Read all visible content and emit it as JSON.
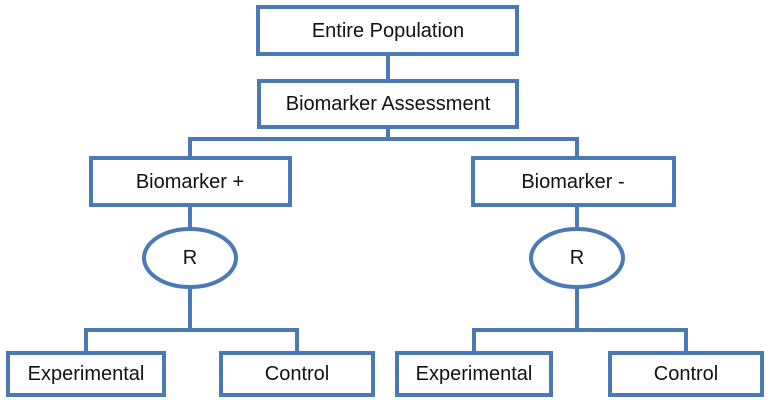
{
  "diagram": {
    "nodes": {
      "entire_population": "Entire Population",
      "biomarker_assessment": "Biomarker Assessment",
      "biomarker_positive": "Biomarker +",
      "biomarker_negative": "Biomarker -",
      "randomize_positive": "R",
      "randomize_negative": "R",
      "experimental_positive": "Experimental",
      "control_positive": "Control",
      "experimental_negative": "Experimental",
      "control_negative": "Control"
    },
    "colors": {
      "stroke": "#4a79b6",
      "fill": "#ffffff",
      "text": "#111111"
    }
  }
}
